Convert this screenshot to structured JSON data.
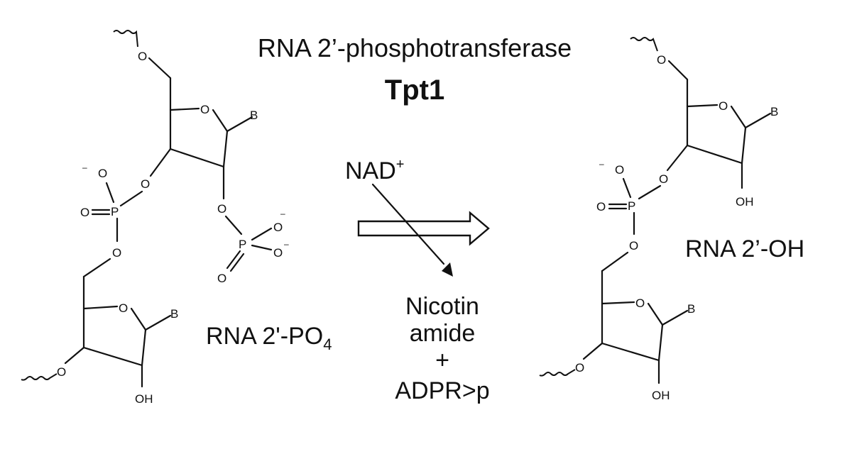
{
  "header": {
    "enzyme_class": "RNA 2’-phosphotransferase",
    "enzyme_name": "Tpt1"
  },
  "reaction": {
    "cosubstrate": "NAD",
    "cosubstrate_charge": "+",
    "products": {
      "line1": "Nicotin",
      "line2": "amide",
      "plus": "+",
      "line3": "ADPR>p"
    }
  },
  "substrate": {
    "label_main": "RNA 2'-PO",
    "label_sub": "4"
  },
  "product": {
    "label": "RNA 2’-OH"
  },
  "atoms": {
    "oxygen": "O",
    "phosphorus": "P",
    "base": "B",
    "hydroxyl": "OH",
    "minus": "–"
  }
}
